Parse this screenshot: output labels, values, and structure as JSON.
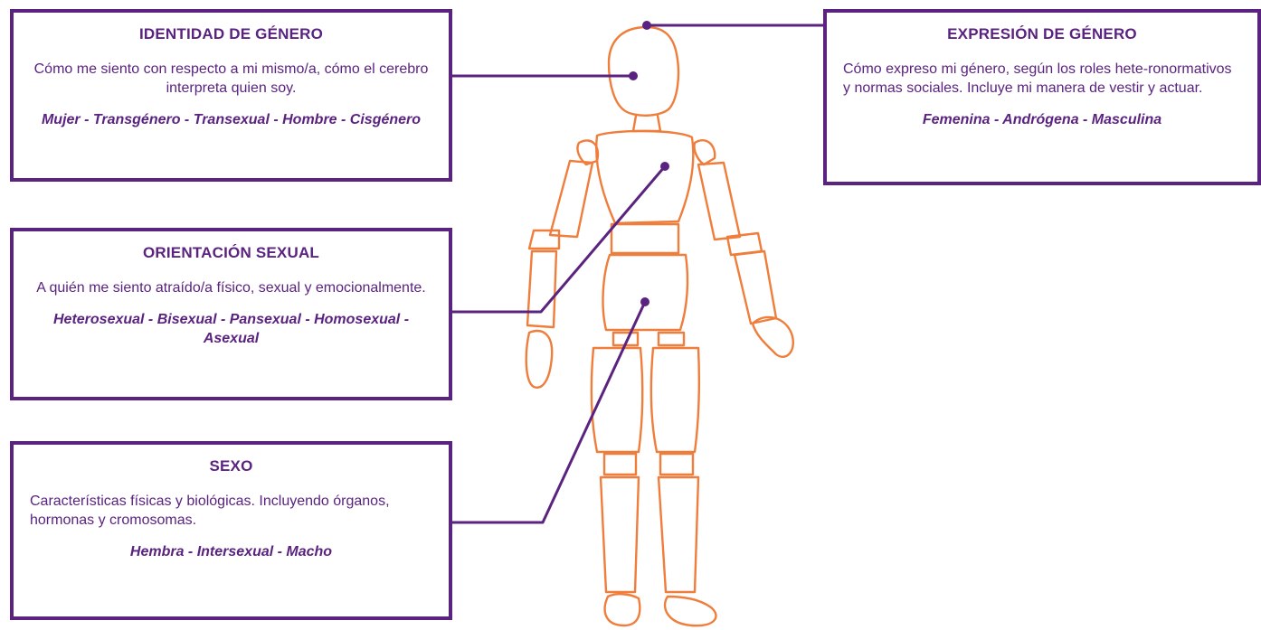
{
  "identidad": {
    "title": "IDENTIDAD DE GÉNERO",
    "description": "Cómo me siento con respecto a mi mismo/a, cómo el cerebro interpreta quien soy.",
    "examples": "Mujer - Transgénero - Transexual - Hombre - Cisgénero"
  },
  "orientacion": {
    "title": "ORIENTACIÓN SEXUAL",
    "description": "A quién me siento atraído/a físico, sexual y emocionalmente.",
    "examples": "Heterosexual - Bisexual - Pansexual - Homosexual - Asexual"
  },
  "sexo": {
    "title": "SEXO",
    "description": "Características físicas y biológicas. Incluyendo órganos, hormonas y cromosomas.",
    "examples": "Hembra - Intersexual - Macho"
  },
  "expresion": {
    "title": "EXPRESIÓN DE GÉNERO",
    "description": "Cómo expreso mi género, según los roles hete-ronormativos y normas sociales. Incluye mi manera de vestir y actuar.",
    "examples": "Femenina - Andrógena - Masculina"
  },
  "colors": {
    "accent": "#5b2380",
    "figure": "#ef7d3b",
    "background": "#ffffff"
  }
}
